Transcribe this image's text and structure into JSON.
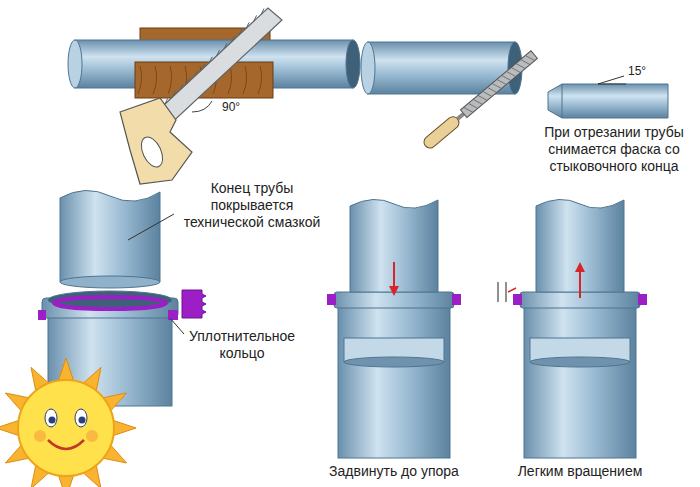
{
  "diagram": {
    "labels": [
      "90°",
      "15°",
      "При отрезании трубы снимается фаска со стыковочного конца",
      "Конец трубы покрывается технической смазкой",
      "Уплотнительное кольцо",
      "Задвинуть до упора",
      "Легким вращением"
    ]
  }
}
